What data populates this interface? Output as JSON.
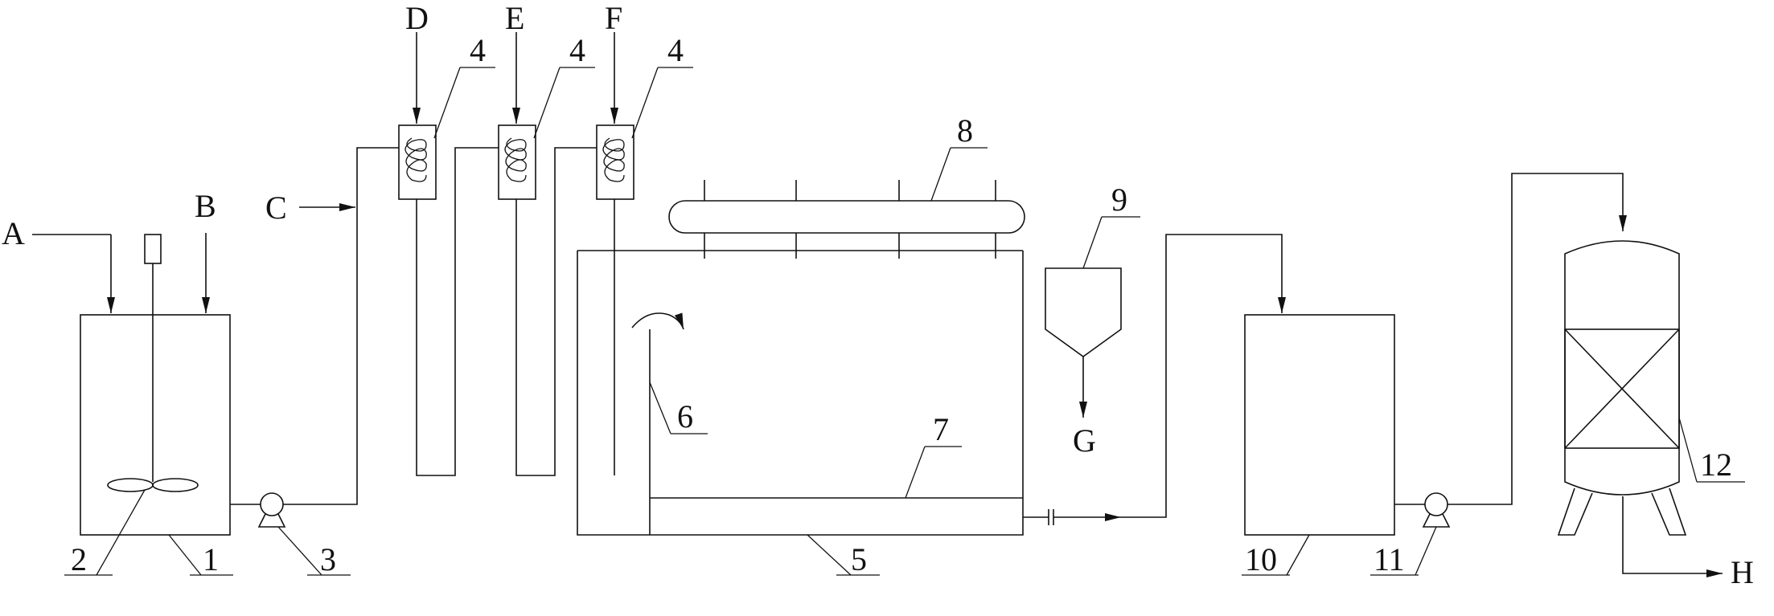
{
  "colors": {
    "line": "#111111",
    "background": "#ffffff"
  },
  "stream_labels": {
    "A": "A",
    "B": "B",
    "C": "C",
    "D": "D",
    "E": "E",
    "F": "F",
    "G": "G",
    "H": "H"
  },
  "component_labels": {
    "c1": "1",
    "c2": "2",
    "c3": "3",
    "c4a": "4",
    "c4b": "4",
    "c4c": "4",
    "c5": "5",
    "c6": "6",
    "c7": "7",
    "c8": "8",
    "c9": "9",
    "c10": "10",
    "c11": "11",
    "c12": "12"
  }
}
